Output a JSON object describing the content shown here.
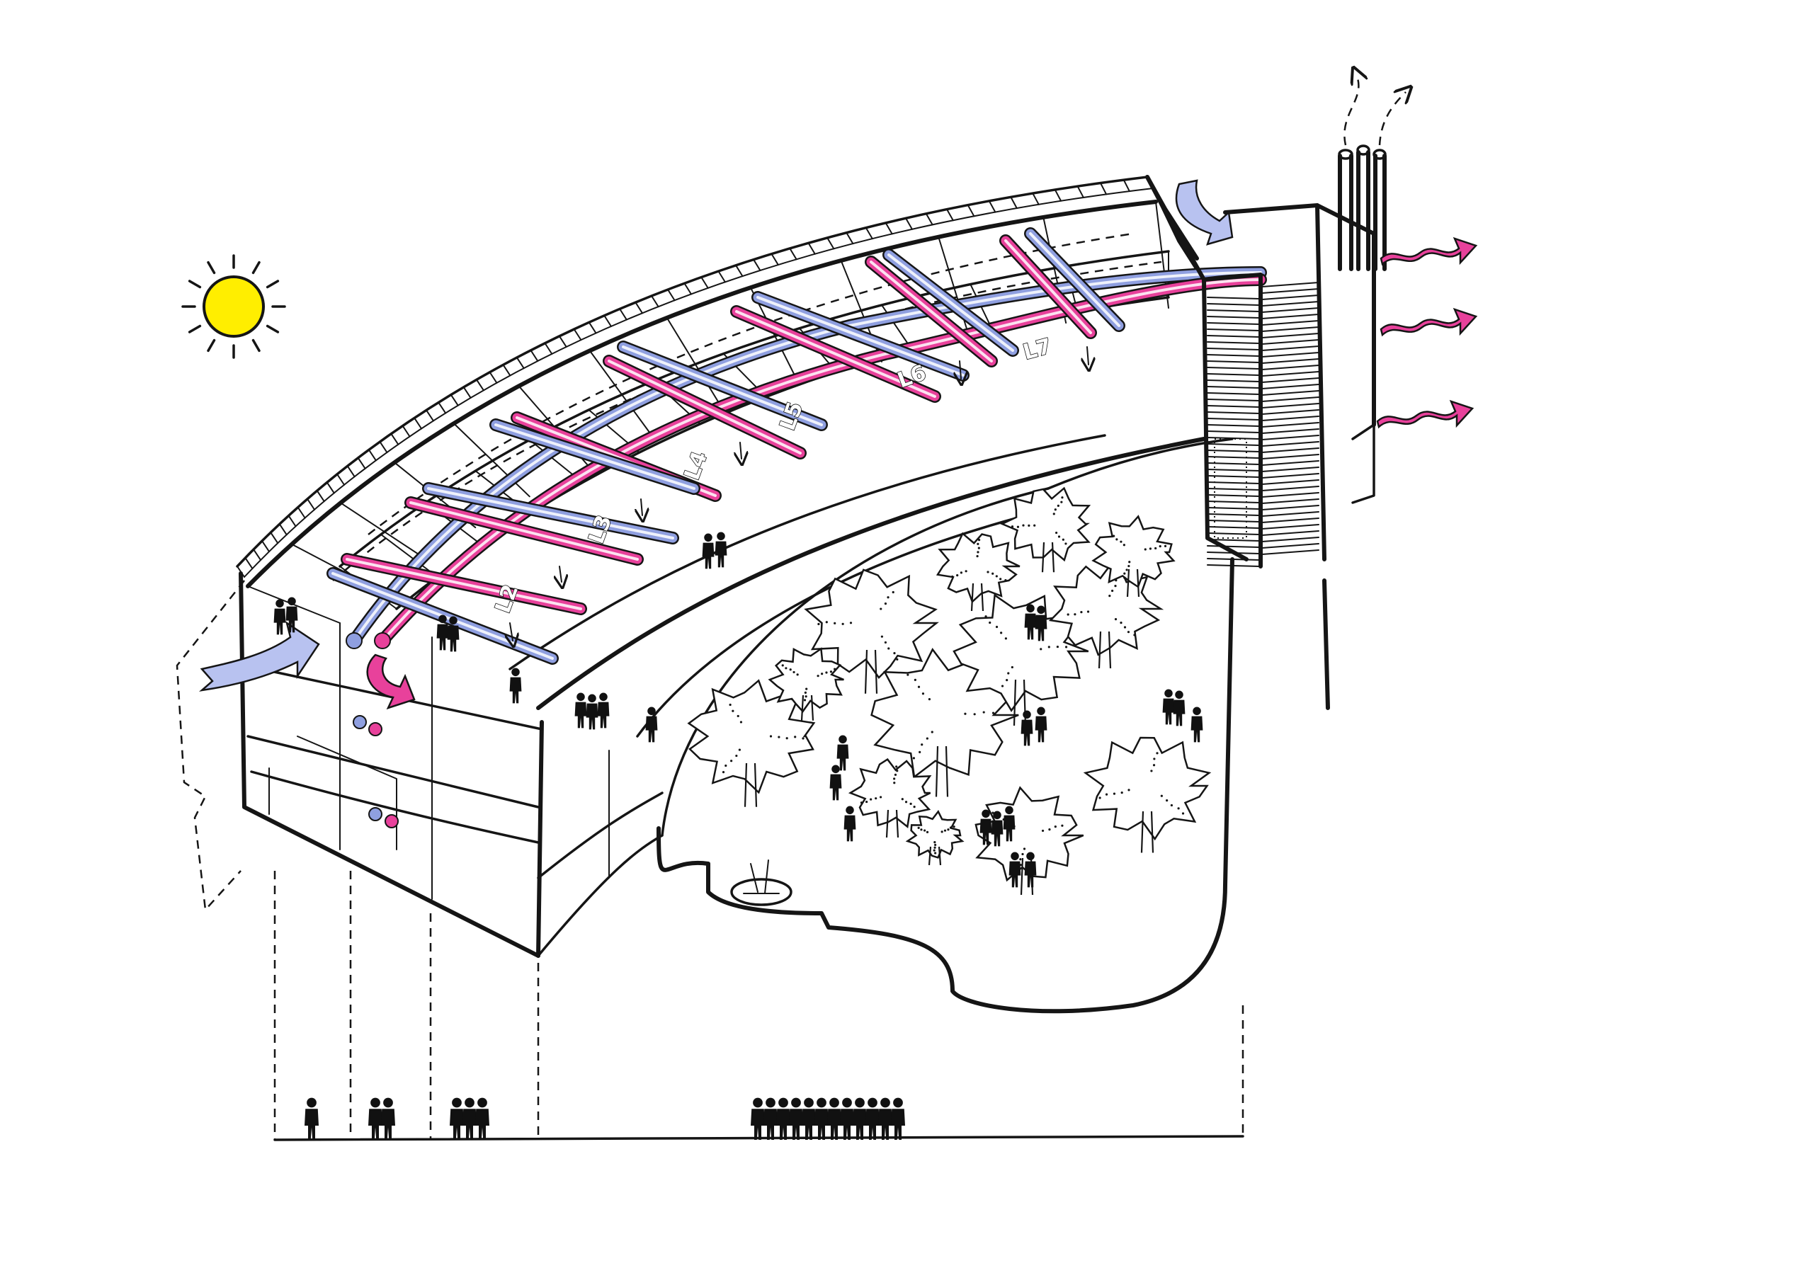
{
  "levels": [
    "L2",
    "L3",
    "L4",
    "L5",
    "L6",
    "L7"
  ],
  "colors": {
    "ink": "#151515",
    "warm_air": "#e8419b",
    "cool_air": "#8f9fe0",
    "sun": "#ffee00",
    "paper": "#ffffff"
  },
  "icons": [
    "sun-icon",
    "cool-air-inlet-arrow",
    "exhaust-arrow",
    "heat-wave-arrow",
    "tree-icon",
    "person-icon",
    "chimney-stack"
  ],
  "scale_figures": {
    "groups": [
      1,
      2,
      3,
      12
    ]
  }
}
